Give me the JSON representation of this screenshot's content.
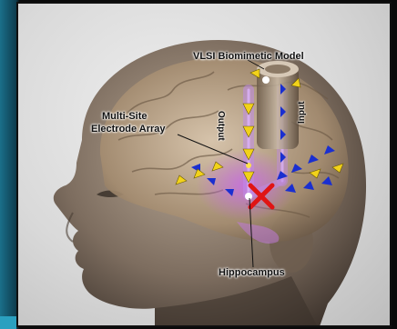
{
  "labels": {
    "model": "VLSI Biomimetic Model",
    "electrode_line1": "Multi-Site",
    "electrode_line2": "Electrode Array",
    "output": "Output",
    "input": "Input",
    "hippocampus": "Hippocampus"
  },
  "colors": {
    "background": "#d9d9d9",
    "head": "#8a7a6a",
    "brain": "#b9a58c",
    "input_arrows": "#1a2fd0",
    "output_arrows": "#f2d21a",
    "pathway": "#9a5ad0",
    "damage_mark": "#e01414"
  },
  "icons": {
    "damage": "red-x-icon",
    "chip": "chip-icon"
  }
}
